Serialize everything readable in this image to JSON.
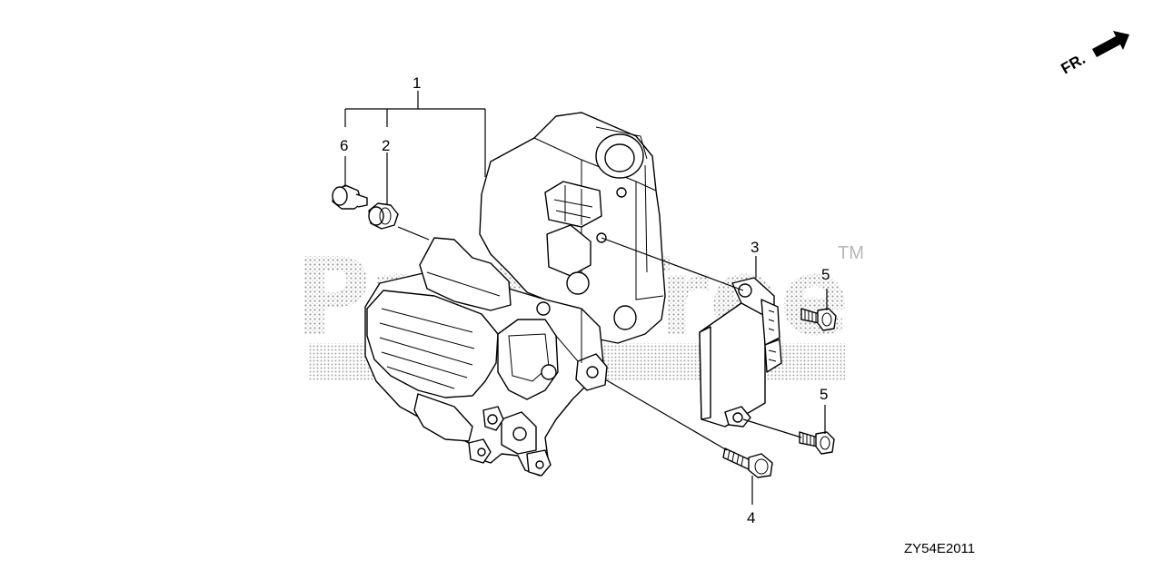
{
  "diagram": {
    "callouts": [
      {
        "id": "c1",
        "label": "1"
      },
      {
        "id": "c2",
        "label": "2"
      },
      {
        "id": "c3",
        "label": "3"
      },
      {
        "id": "c4",
        "label": "4"
      },
      {
        "id": "c5a",
        "label": "5"
      },
      {
        "id": "c5b",
        "label": "5"
      },
      {
        "id": "c6",
        "label": "6"
      }
    ],
    "direction_label": "FR.",
    "diagram_code": "ZY54E2011",
    "watermark": {
      "brand": "PartsTree",
      "trademark": "TM"
    }
  }
}
